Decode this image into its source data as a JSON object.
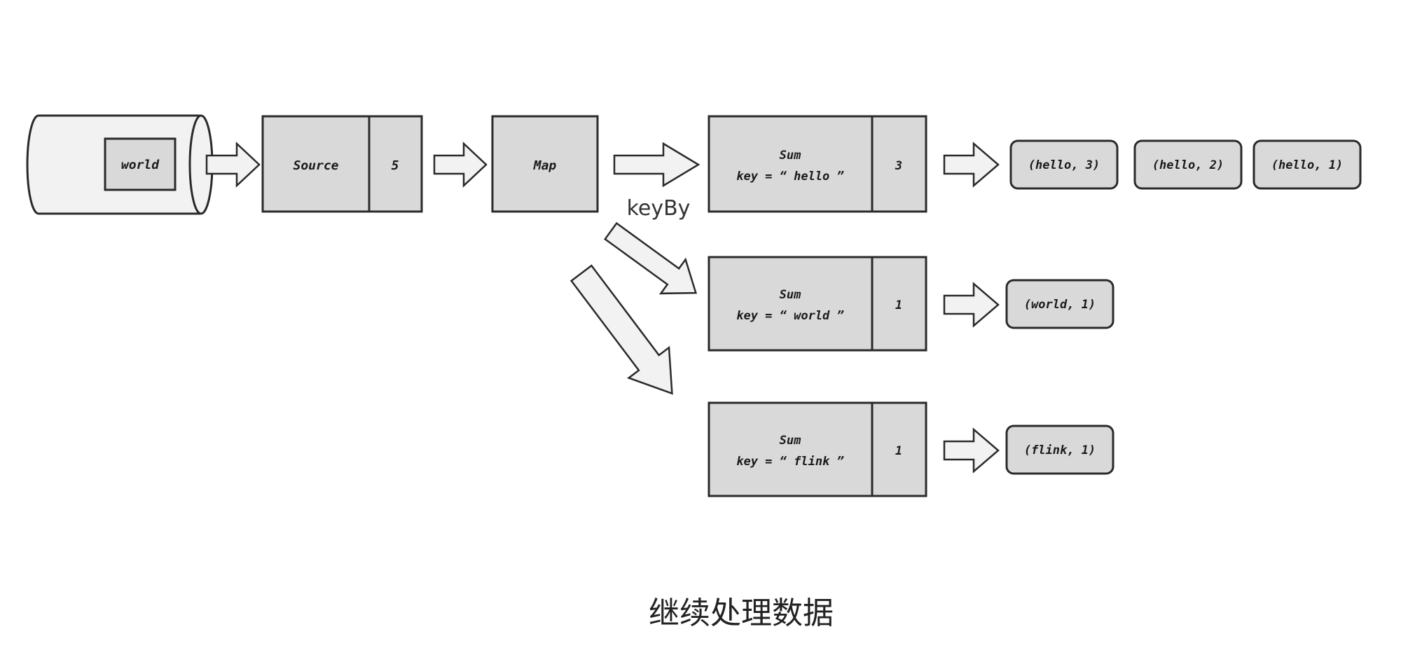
{
  "diagram": {
    "queue": {
      "item": "world"
    },
    "source": {
      "label": "Source",
      "count": "5"
    },
    "map": {
      "label": "Map"
    },
    "edge_label": "keyBy",
    "sums": [
      {
        "title": "Sum",
        "key": "key = “ hello ”",
        "count": "3",
        "outputs": [
          "(hello, 3)",
          "(hello, 2)",
          "(hello, 1)"
        ]
      },
      {
        "title": "Sum",
        "key": "key = “ world ”",
        "count": "1",
        "outputs": [
          "(world, 1)"
        ]
      },
      {
        "title": "Sum",
        "key": "key = “ flink ”",
        "count": "1",
        "outputs": [
          "(flink, 1)"
        ]
      }
    ],
    "caption": "继续处理数据"
  }
}
